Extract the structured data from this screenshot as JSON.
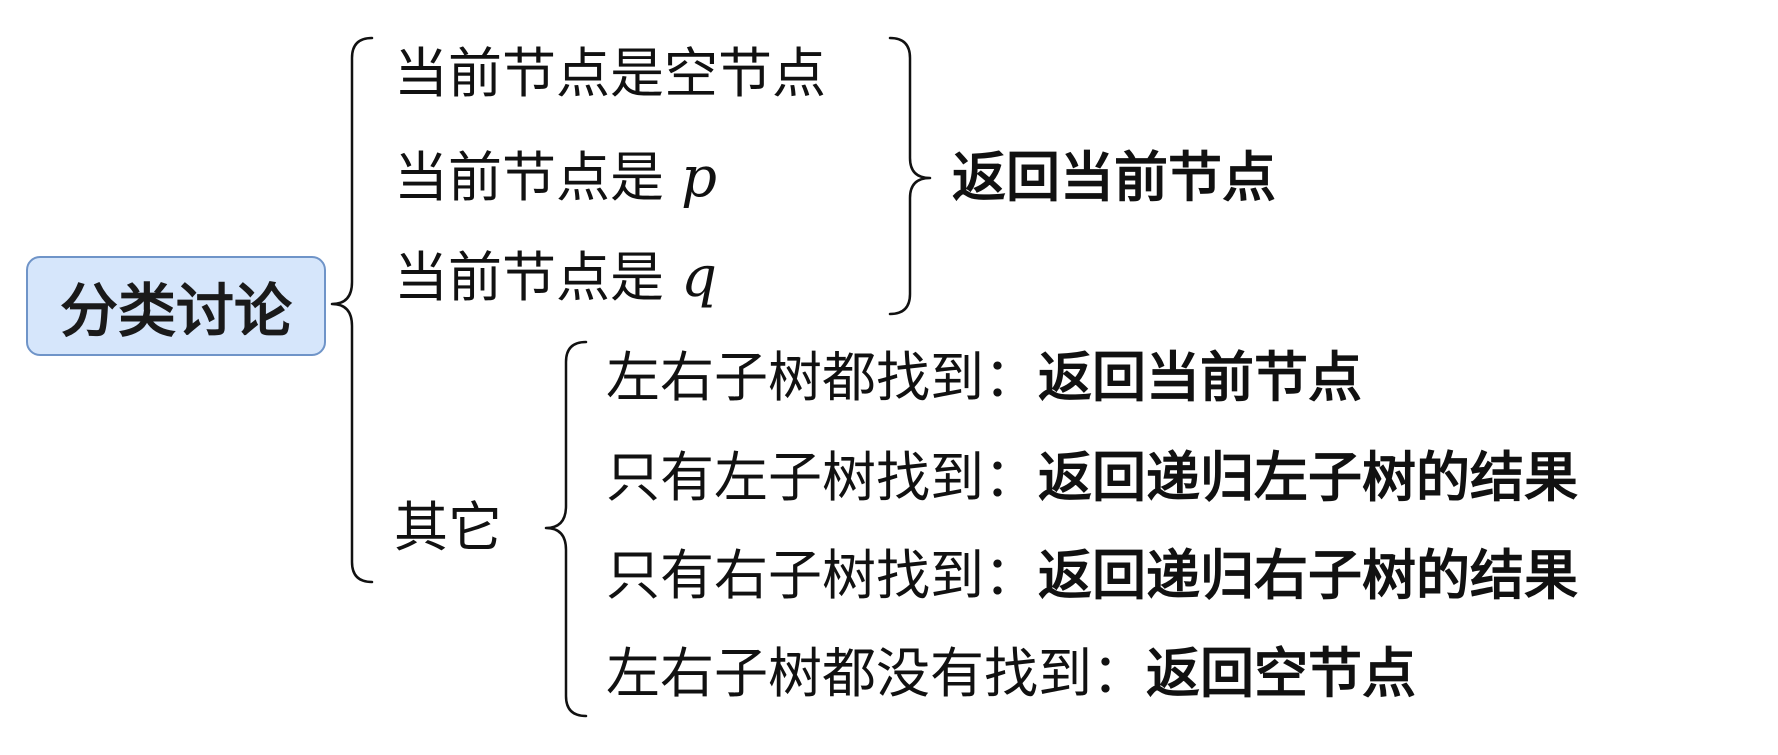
{
  "root": {
    "label": "分类讨论"
  },
  "group1": {
    "items": [
      {
        "prefix": "当前节点是空节点",
        "var": ""
      },
      {
        "prefix": "当前节点是 ",
        "var": "p"
      },
      {
        "prefix": "当前节点是 ",
        "var": "q"
      }
    ],
    "result": "返回当前节点"
  },
  "group2": {
    "label": "其它",
    "items": [
      {
        "condition": "左右子树都找到：",
        "result": "返回当前节点"
      },
      {
        "condition": "只有左子树找到：",
        "result": "返回递归左子树的结果"
      },
      {
        "condition": "只有右子树找到：",
        "result": "返回递归右子树的结果"
      },
      {
        "condition": "左右子树都没有找到：",
        "result": "返回空节点"
      }
    ]
  },
  "colors": {
    "root_fill": "#d6e6fb",
    "root_border": "#6f94c8",
    "text": "#111111"
  }
}
